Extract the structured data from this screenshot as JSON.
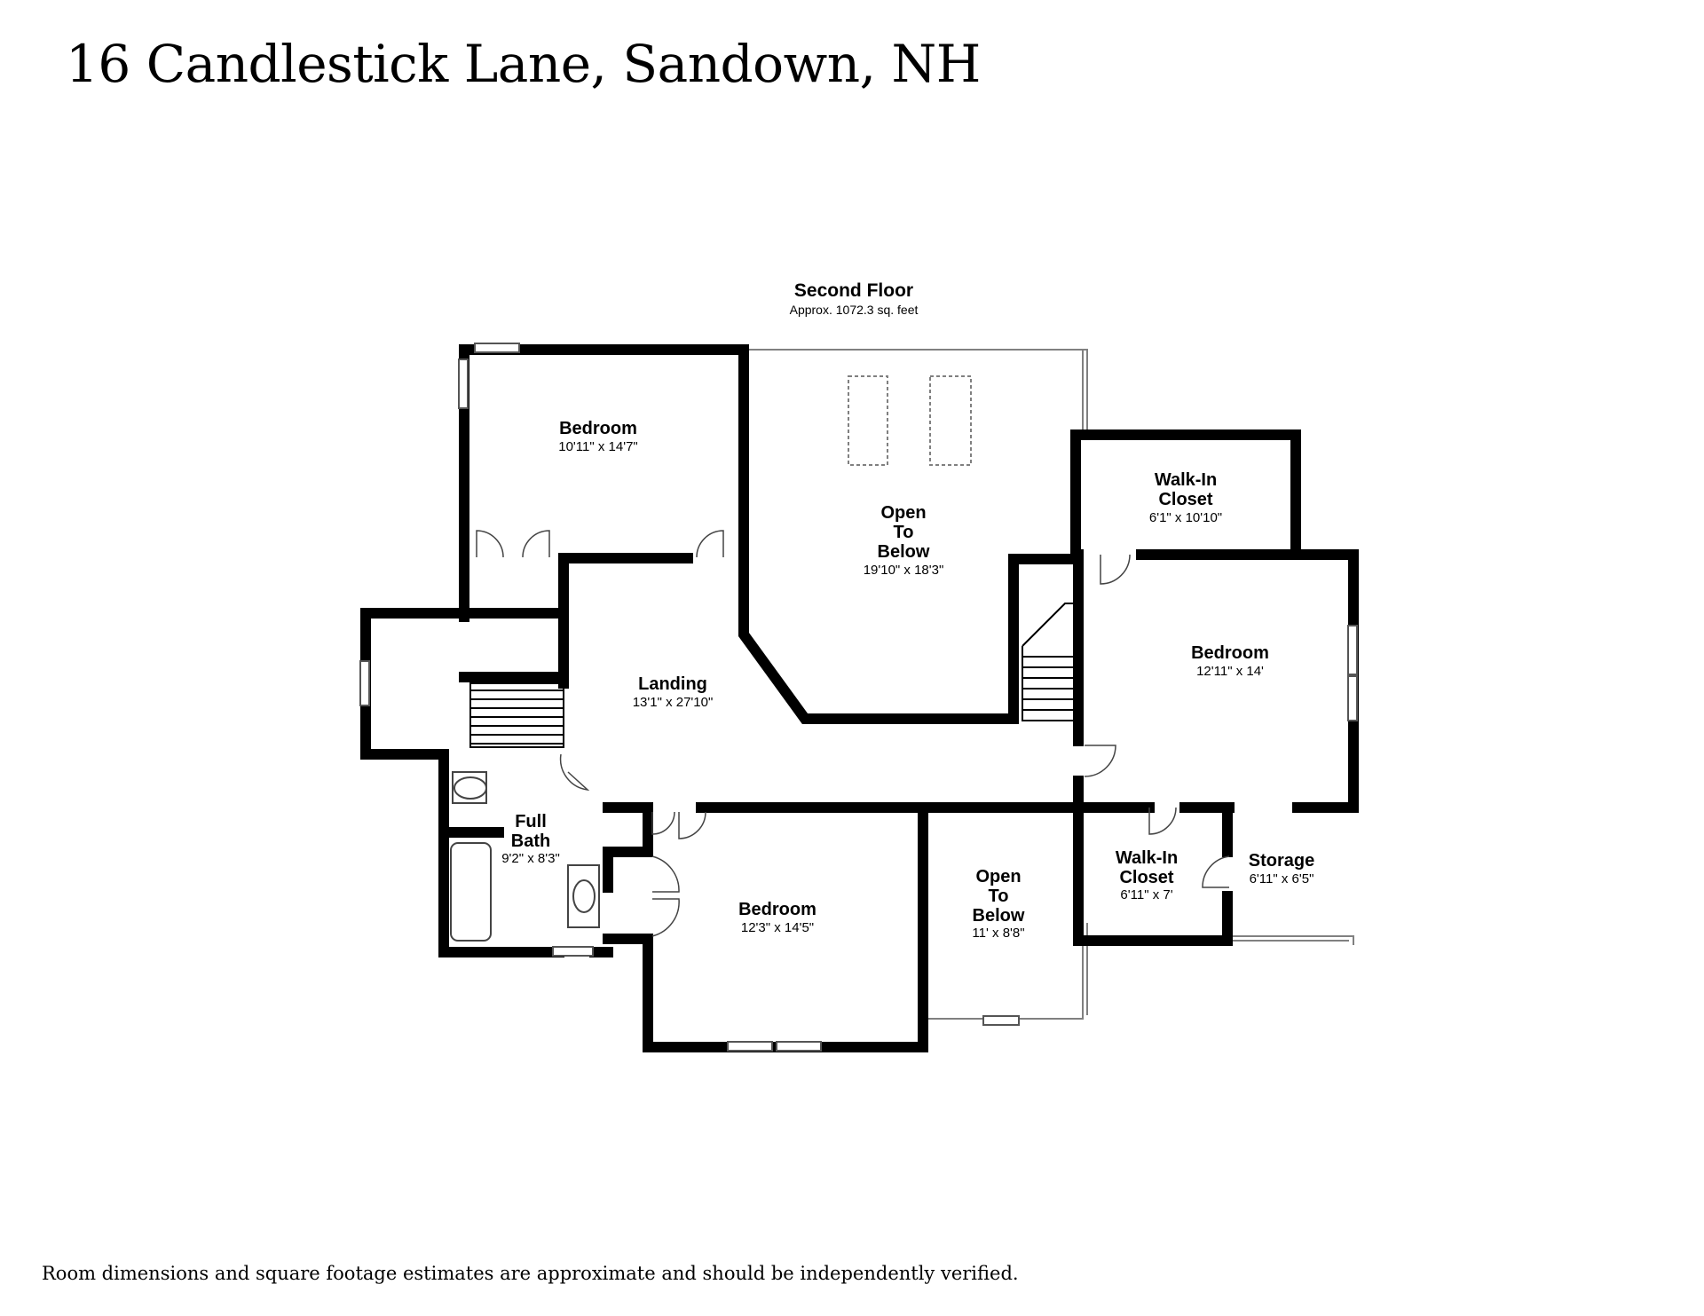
{
  "page": {
    "title": "16 Candlestick Lane, Sandown, NH",
    "disclaimer": "Room dimensions and square footage estimates are approximate and should be independently verified."
  },
  "floor": {
    "name": "Second Floor",
    "area": "Approx. 1072.3 sq. feet"
  },
  "rooms": {
    "bedroom_nw": {
      "name": "Bedroom",
      "dims": "10'11\" x 14'7\""
    },
    "open_below_top": {
      "name_l1": "Open",
      "name_l2": "To",
      "name_l3": "Below",
      "dims": "19'10\" x 18'3\""
    },
    "walkin_top": {
      "name_l1": "Walk-In",
      "name_l2": "Closet",
      "dims": "6'1\" x 10'10\""
    },
    "bedroom_e": {
      "name": "Bedroom",
      "dims": "12'11\" x 14'"
    },
    "landing": {
      "name": "Landing",
      "dims": "13'1\" x 27'10\""
    },
    "full_bath": {
      "name_l1": "Full",
      "name_l2": "Bath",
      "dims": "9'2\" x 8'3\""
    },
    "bedroom_s": {
      "name": "Bedroom",
      "dims": "12'3\" x 14'5\""
    },
    "open_below_bottom": {
      "name_l1": "Open",
      "name_l2": "To",
      "name_l3": "Below",
      "dims": "11' x 8'8\""
    },
    "walkin_bottom": {
      "name_l1": "Walk-In",
      "name_l2": "Closet",
      "dims": "6'11\" x 7'"
    },
    "storage": {
      "name": "Storage",
      "dims": "6'11\" x 6'5\""
    }
  },
  "colors": {
    "wall": "#000000",
    "thin_line": "#808080",
    "background": "#ffffff"
  }
}
